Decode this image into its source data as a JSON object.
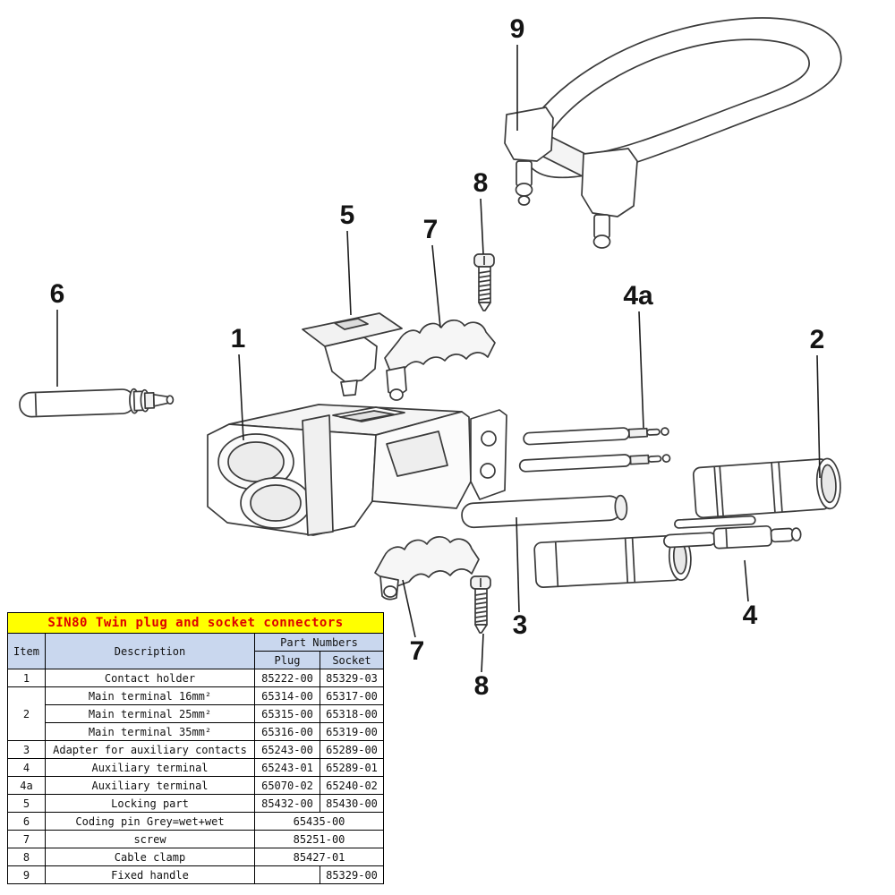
{
  "diagram": {
    "callouts": [
      {
        "id": "9",
        "label": "9"
      },
      {
        "id": "8-top",
        "label": "8"
      },
      {
        "id": "5",
        "label": "5"
      },
      {
        "id": "7-top",
        "label": "7"
      },
      {
        "id": "4a",
        "label": "4a"
      },
      {
        "id": "6",
        "label": "6"
      },
      {
        "id": "1",
        "label": "1"
      },
      {
        "id": "2",
        "label": "2"
      },
      {
        "id": "3",
        "label": "3"
      },
      {
        "id": "4",
        "label": "4"
      },
      {
        "id": "7-bottom",
        "label": "7"
      },
      {
        "id": "8-bottom",
        "label": "8"
      }
    ]
  },
  "table": {
    "title": "SIN80 Twin plug and socket connectors",
    "headers": {
      "item": "Item",
      "description": "Description",
      "part_numbers": "Part Numbers",
      "plug": "Plug",
      "socket": "Socket"
    },
    "rows": [
      {
        "item": "1",
        "description": "Contact holder",
        "plug": "85222-00",
        "socket": "85329-03"
      },
      {
        "item": "2",
        "description": "Main terminal 16mm²",
        "plug": "65314-00",
        "socket": "65317-00"
      },
      {
        "item": "",
        "description": "Main terminal 25mm²",
        "plug": "65315-00",
        "socket": "65318-00"
      },
      {
        "item": "",
        "description": "Main terminal 35mm²",
        "plug": "65316-00",
        "socket": "65319-00"
      },
      {
        "item": "3",
        "description": "Adapter for auxiliary contacts",
        "plug": "65243-00",
        "socket": "65289-00"
      },
      {
        "item": "4",
        "description": "Auxiliary terminal",
        "plug": "65243-01",
        "socket": "65289-01"
      },
      {
        "item": "4a",
        "description": "Auxiliary terminal",
        "plug": "65070-02",
        "socket": "65240-02"
      },
      {
        "item": "5",
        "description": "Locking part",
        "plug": "85432-00",
        "socket": "85430-00"
      },
      {
        "item": "6",
        "description": "Coding pin Grey=wet+wet",
        "merged": "65435-00"
      },
      {
        "item": "7",
        "description": "screw",
        "merged": "85251-00"
      },
      {
        "item": "8",
        "description": "Cable clamp",
        "merged": "85427-01"
      },
      {
        "item": "9",
        "description": "Fixed handle",
        "plug": "",
        "socket": "85329-00"
      }
    ],
    "colors": {
      "title_bg": "#ffff00",
      "title_text": "#dd0000",
      "header_bg": "#c9d7ee"
    }
  }
}
